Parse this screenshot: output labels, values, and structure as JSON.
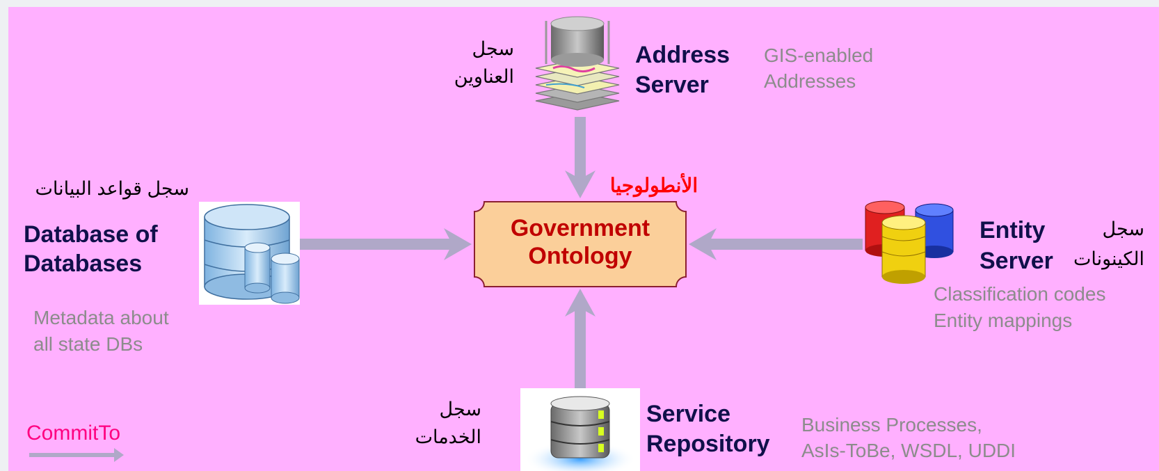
{
  "center": {
    "label_line1": "Government",
    "label_line2": "Ontology",
    "arabic_title": "الأنطولوجيا"
  },
  "address_server": {
    "title_line1": "Address",
    "title_line2": "Server",
    "arabic_line1": "سجل",
    "arabic_line2": "العناوين",
    "note_line1": "GIS-enabled",
    "note_line2": "Addresses",
    "icon": "layered-map-database-icon"
  },
  "database_of_databases": {
    "title_line1": "Database of",
    "title_line2": "Databases",
    "arabic": "سجل قواعد البيانات",
    "note_line1": "Metadata about",
    "note_line2": "all state DBs",
    "icon": "database-stack-icon"
  },
  "entity_server": {
    "title_line1": "Entity",
    "title_line2": "Server",
    "arabic_line1": "سجل",
    "arabic_line2": "الكينونات",
    "note_line1": "Classification codes",
    "note_line2": "Entity mappings",
    "icon": "colored-databases-icon"
  },
  "service_repository": {
    "title_line1": "Service",
    "title_line2": "Repository",
    "arabic_line1": "سجل",
    "arabic_line2": "الخدمات",
    "note_line1": "Business Processes,",
    "note_line2": "AsIs-ToBe, WSDL, UDDI",
    "icon": "server-disk-icon"
  },
  "legend": {
    "label": "CommitTo"
  },
  "colors": {
    "background": "#ffb0ff",
    "arrow": "#b0a8c8",
    "center_fill": "#fbcf9a",
    "center_text": "#c00000",
    "arabic_accent": "#ff0000",
    "title": "#10104a",
    "note": "#8c8c8c",
    "legend_text": "#ff0080"
  }
}
